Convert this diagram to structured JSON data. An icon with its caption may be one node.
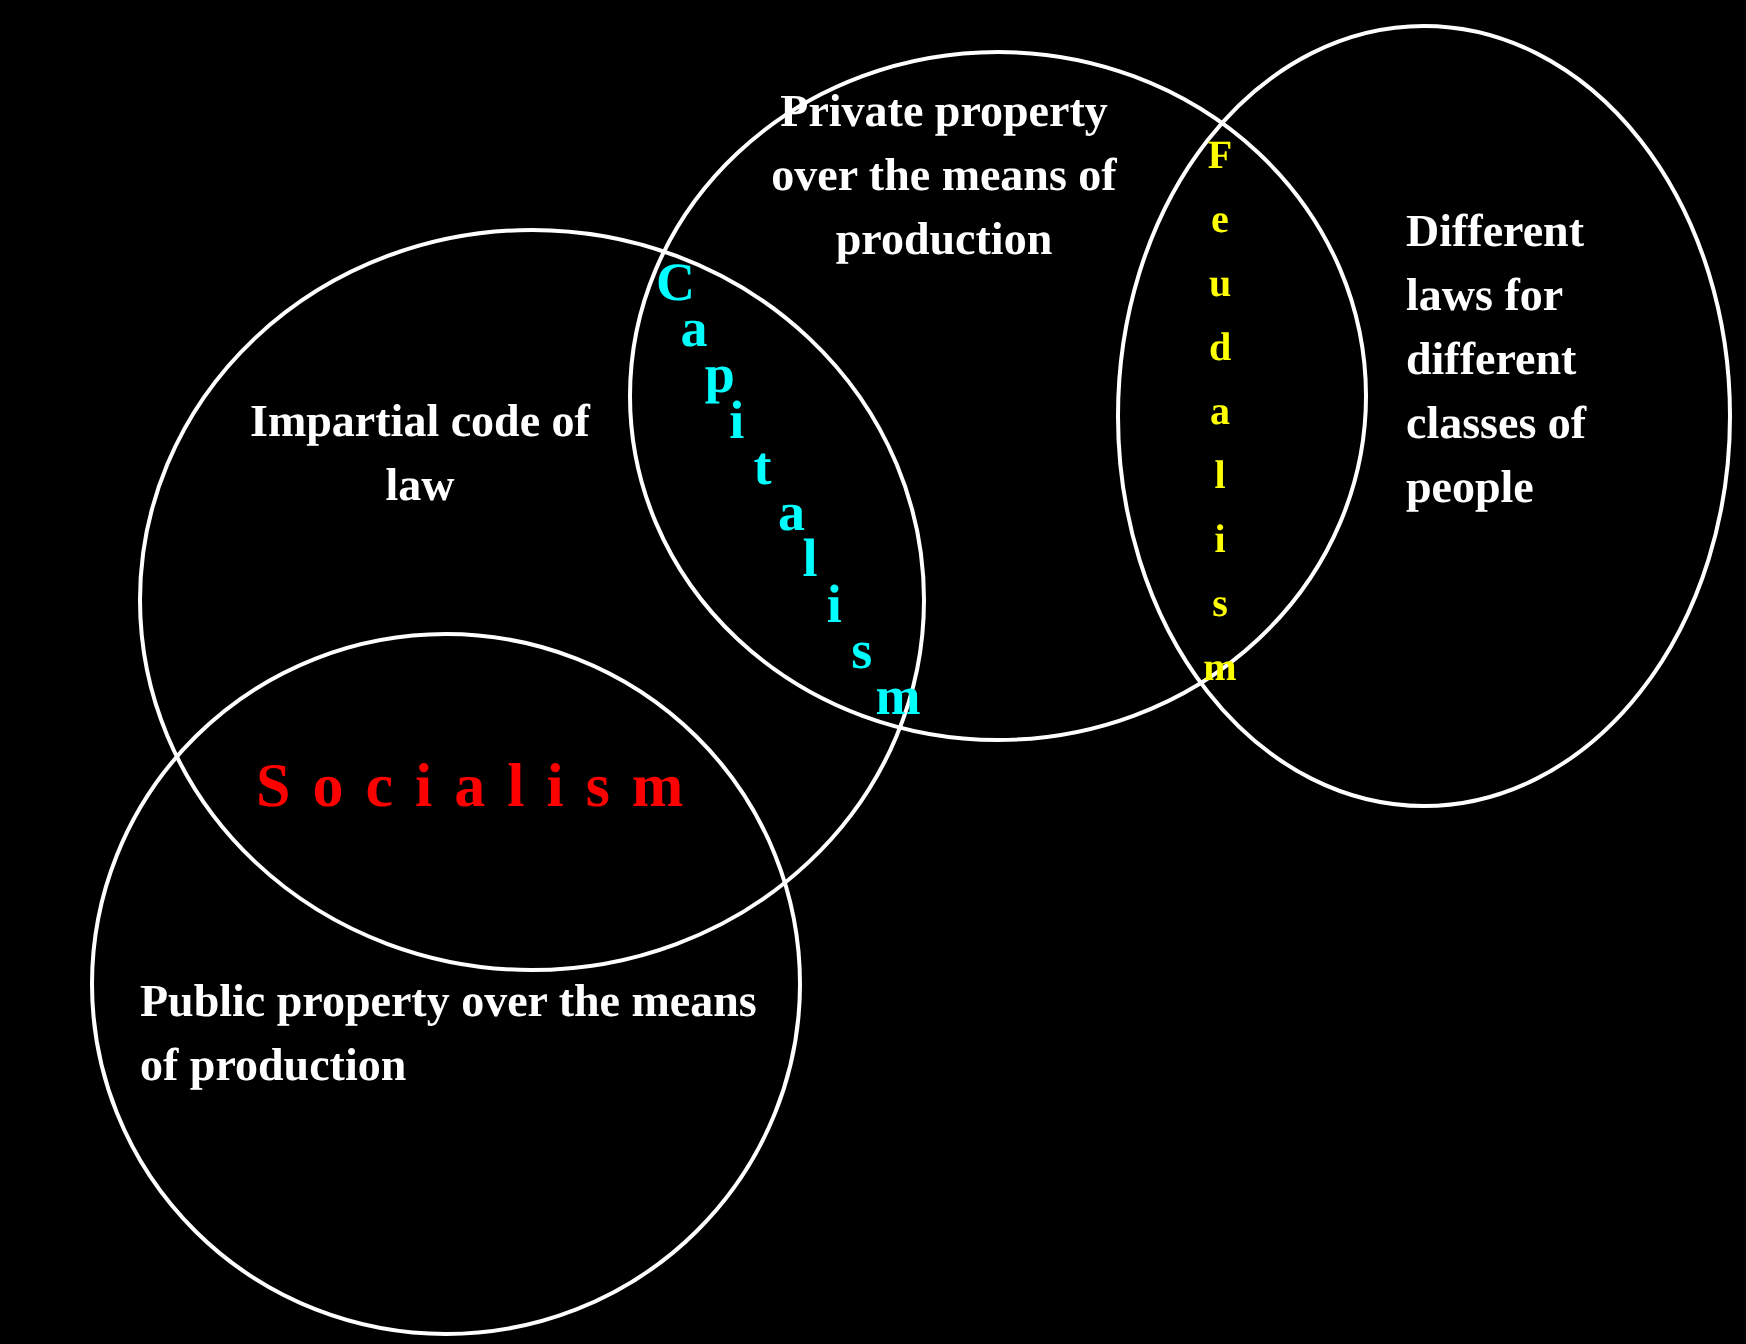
{
  "diagram": {
    "nodes": [
      {
        "text": [
          "Private property over the means of production"
        ]
      },
      {
        "text": [
          "Different laws for different classes of people"
        ]
      },
      {
        "text": [
          "Impartial code of law"
        ]
      },
      {
        "text": [
          "Public property over the means of production"
        ]
      }
    ],
    "labels": [
      "Capitalism",
      "Feudalism",
      "Socialism"
    ]
  }
}
